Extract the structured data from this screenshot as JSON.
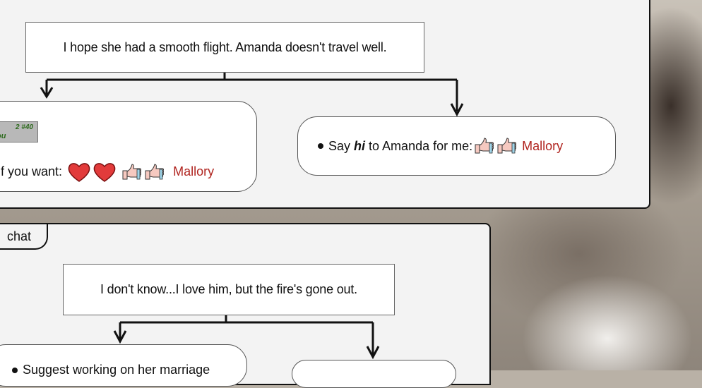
{
  "scene": {
    "upper": {
      "speech": "I hope she had a smooth flight. Amanda doesn't travel well.",
      "choice_left": {
        "badge_line1": "2 #40",
        "badge_line2": "ou",
        "text": "f you want:",
        "name": "Mallory",
        "icons": [
          "heart-icon",
          "heart-icon",
          "thumbs-up-icon",
          "thumbs-up-icon"
        ]
      },
      "choice_right": {
        "pre": "Say ",
        "emph": "hi",
        "post": " to Amanda for me:",
        "name": "Mallory",
        "icons": [
          "thumbs-up-icon",
          "thumbs-up-icon"
        ]
      }
    },
    "lower": {
      "tab": "chat",
      "speech": "I don't know...I love him, but the fire's gone out.",
      "choice_left": {
        "text": "Suggest working on her marriage"
      },
      "choice_right": {
        "text": ""
      }
    }
  },
  "colors": {
    "panel": "#f3f3f3",
    "name": "#b0241f",
    "heart": "#e23b3b",
    "hand": "#f6c9c0",
    "badge_text": "#2e6b1e"
  }
}
